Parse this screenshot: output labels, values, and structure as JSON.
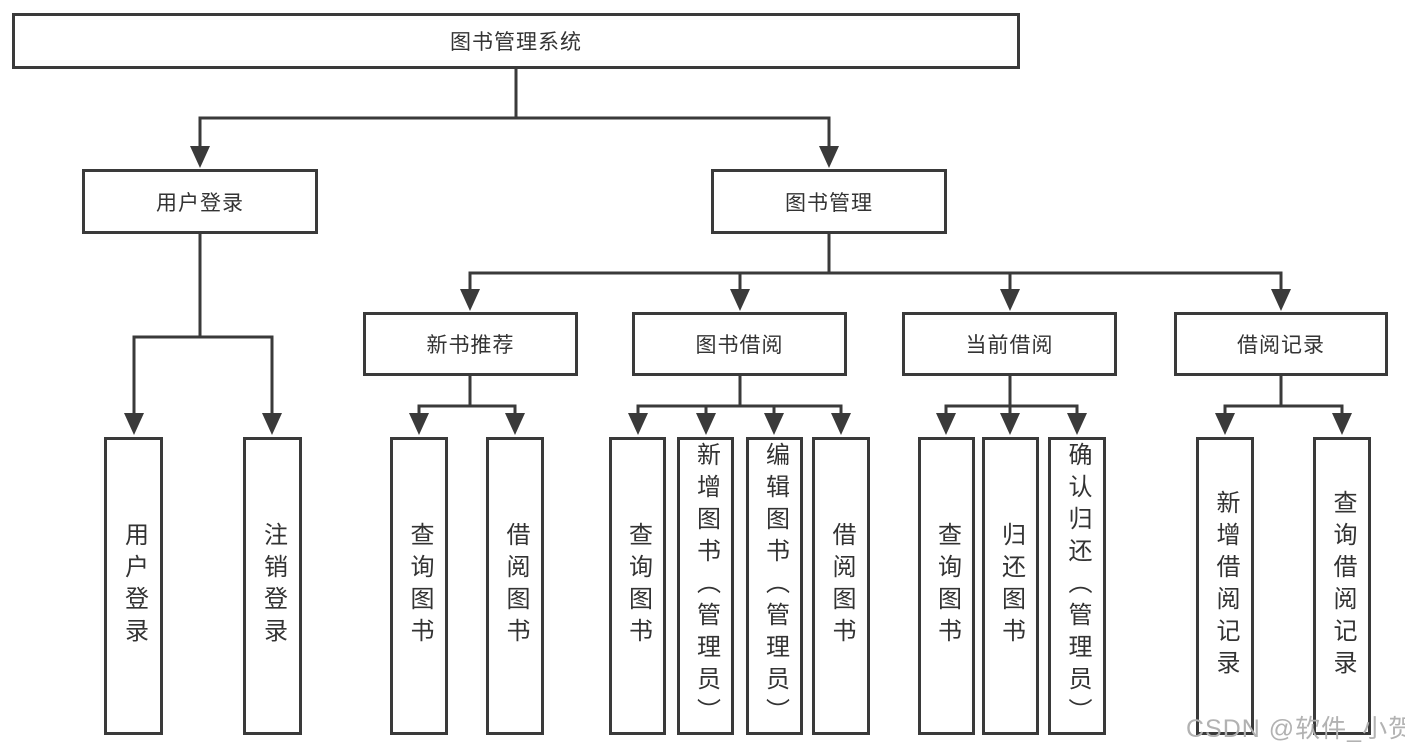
{
  "tree": {
    "root": {
      "label": "图书管理系统"
    },
    "branches": [
      {
        "label": "用户登录",
        "children": [
          {
            "label": "用户登录"
          },
          {
            "label": "注销登录"
          }
        ]
      },
      {
        "label": "图书管理",
        "children": [
          {
            "label": "新书推荐",
            "children": [
              {
                "label": "查询图书"
              },
              {
                "label": "借阅图书"
              }
            ]
          },
          {
            "label": "图书借阅",
            "children": [
              {
                "label": "查询图书"
              },
              {
                "label": "新增图书（管理员）"
              },
              {
                "label": "编辑图书（管理员）"
              },
              {
                "label": "借阅图书"
              }
            ]
          },
          {
            "label": "当前借阅",
            "children": [
              {
                "label": "查询图书"
              },
              {
                "label": "归还图书"
              },
              {
                "label": "确认归还（管理员）"
              }
            ]
          },
          {
            "label": "借阅记录",
            "children": [
              {
                "label": "新增借阅记录"
              },
              {
                "label": "查询借阅记录"
              }
            ]
          }
        ]
      }
    ]
  },
  "watermark": {
    "text": "CSDN @软件_小贺同学"
  },
  "colors": {
    "line": "#3a3a3a",
    "box_border": "#3a3a3a",
    "text": "#333333",
    "watermark": "#b2b2b2",
    "background": "#ffffff"
  }
}
